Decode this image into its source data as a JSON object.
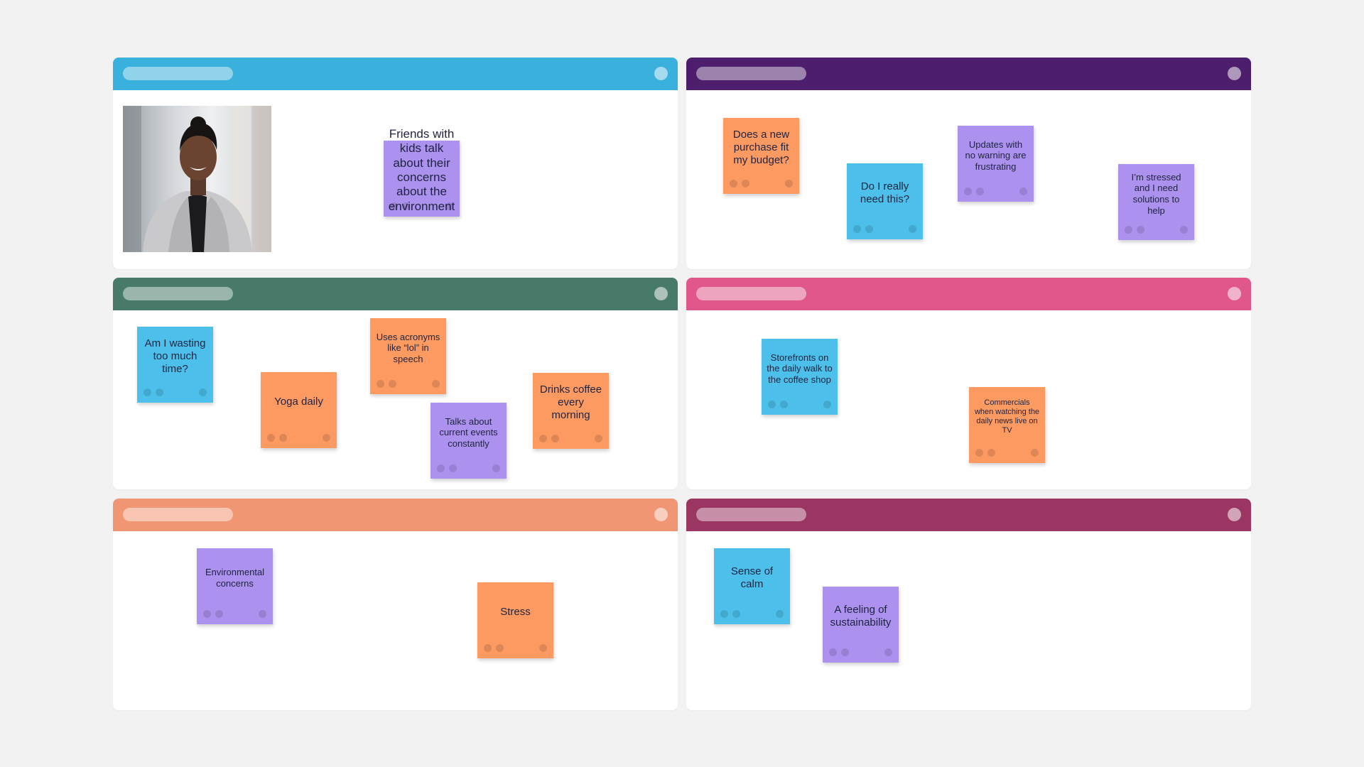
{
  "colors": {
    "background": "#f2f2f2",
    "panel": "#ffffff",
    "orange_note": "#fd9a62",
    "blue_note": "#4cc0eb",
    "purple_note": "#ad91ef"
  },
  "panels": [
    {
      "header_color": "#3ab0dc",
      "image": "portrait-photo",
      "notes": [
        {
          "text": "Friends with kids talk about their concerns about the environment",
          "color": "purple"
        }
      ]
    },
    {
      "header_color": "#4c1e6b",
      "notes": [
        {
          "text": "Does a new purchase fit my budget?",
          "color": "orange"
        },
        {
          "text": "Do I really need this?",
          "color": "blue"
        },
        {
          "text": "Updates with no warning are frustrating",
          "color": "purple"
        },
        {
          "text": "I’m stressed and I need solutions to help",
          "color": "purple"
        }
      ]
    },
    {
      "header_color": "#477a68",
      "notes": [
        {
          "text": "Am I wasting too much time?",
          "color": "blue"
        },
        {
          "text": "Yoga daily",
          "color": "orange"
        },
        {
          "text": "Uses acronyms like “lol” in speech",
          "color": "orange"
        },
        {
          "text": "Talks about current events constantly",
          "color": "purple"
        },
        {
          "text": "Drinks coffee every morning",
          "color": "orange"
        }
      ]
    },
    {
      "header_color": "#e0588b",
      "notes": [
        {
          "text": "Storefronts on the daily walk to the coffee shop",
          "color": "blue"
        },
        {
          "text": "Commercials when watching the daily news live on TV",
          "color": "orange"
        }
      ]
    },
    {
      "header_color": "#f19672",
      "notes": [
        {
          "text": "Environmental concerns",
          "color": "purple"
        },
        {
          "text": "Stress",
          "color": "orange"
        }
      ]
    },
    {
      "header_color": "#9a3661",
      "notes": [
        {
          "text": "Sense of calm",
          "color": "blue"
        },
        {
          "text": "A feeling of sustainability",
          "color": "purple"
        }
      ]
    }
  ]
}
